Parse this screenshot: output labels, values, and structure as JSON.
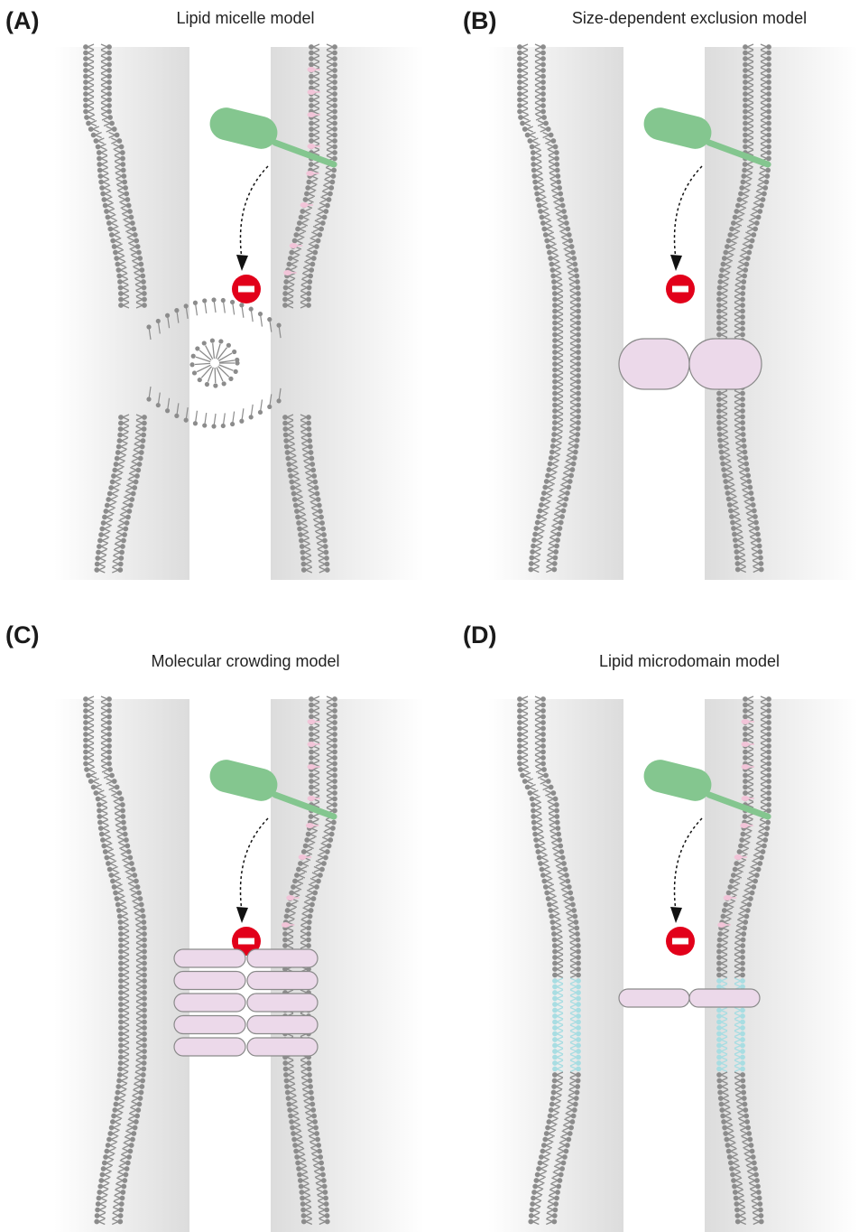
{
  "figure": {
    "panels": [
      {
        "id": "A",
        "letter": "(A)",
        "title": "Lipid micelle model",
        "barrier": "micelle"
      },
      {
        "id": "B",
        "letter": "(B)",
        "title": "Size-dependent exclusion model",
        "barrier": "large-proteins"
      },
      {
        "id": "C",
        "letter": "(C)",
        "title": "Molecular crowding model",
        "barrier": "crowding"
      },
      {
        "id": "D",
        "letter": "(D)",
        "title": "Lipid microdomain model",
        "barrier": "microdomain"
      }
    ],
    "colors": {
      "lipid": "#8c8c8c",
      "membrane_protein": "#84c68f",
      "lipid_anchor_pink": "#f2c4d8",
      "barrier_protein": "#ecd9ea",
      "barrier_protein_stroke": "#8a8a8a",
      "microdomain_lipid": "#a8dde2",
      "no_entry": "#e2001a",
      "cytoplasm_shadow": "#dcdcdc"
    },
    "icons": [
      "membrane-protein-icon",
      "no-entry-icon",
      "diffusion-arrow-icon"
    ]
  }
}
